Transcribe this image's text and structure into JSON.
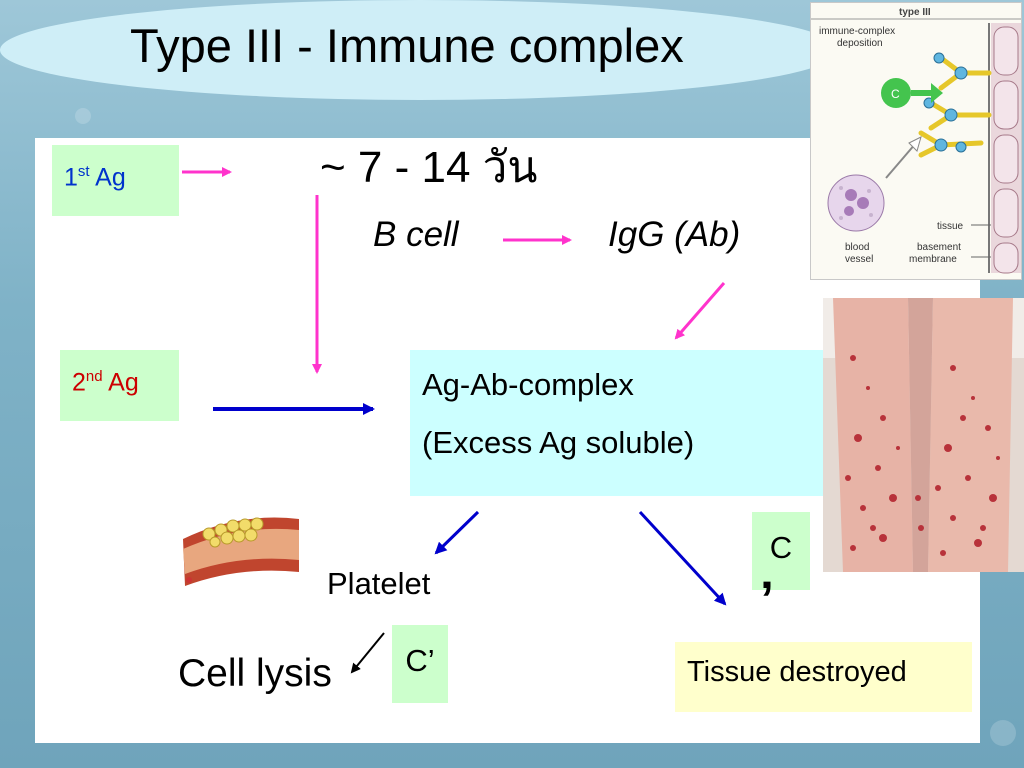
{
  "slide": {
    "title": "Type III - Immune complex",
    "timeline": "~ 7 - 14 วัน",
    "first_ag": {
      "num": "1",
      "sup": "st",
      "label": "Ag"
    },
    "second_ag": {
      "num": "2",
      "sup": "nd",
      "label": "Ag"
    },
    "b_cell": "B cell",
    "igg": "IgG (Ab)",
    "complex_line1": "Ag-Ab-complex",
    "complex_line2": "(Excess Ag  soluble)",
    "platelet": "Platelet",
    "cell_lysis": "Cell lysis",
    "c_prime": "C’",
    "c_right": "C",
    "comma_mark": "’",
    "tissue_destroyed": "Tissue destroyed"
  },
  "figure": {
    "header": "type III",
    "deposition_label_1": "immune-complex",
    "deposition_label_2": "deposition",
    "complement": "C",
    "tissue": "tissue",
    "blood_vessel_1": "blood",
    "blood_vessel_2": "vessel",
    "basement_1": "basement",
    "basement_2": "membrane"
  },
  "colors": {
    "pink_arrow": "#ff33cc",
    "blue_arrow": "#0000cc",
    "blue_text": "#0033cc",
    "red_text": "#cc0000",
    "green_box": "#ccffcc",
    "cyan_box": "#ccffff",
    "yellow_box": "#ffffcc"
  }
}
